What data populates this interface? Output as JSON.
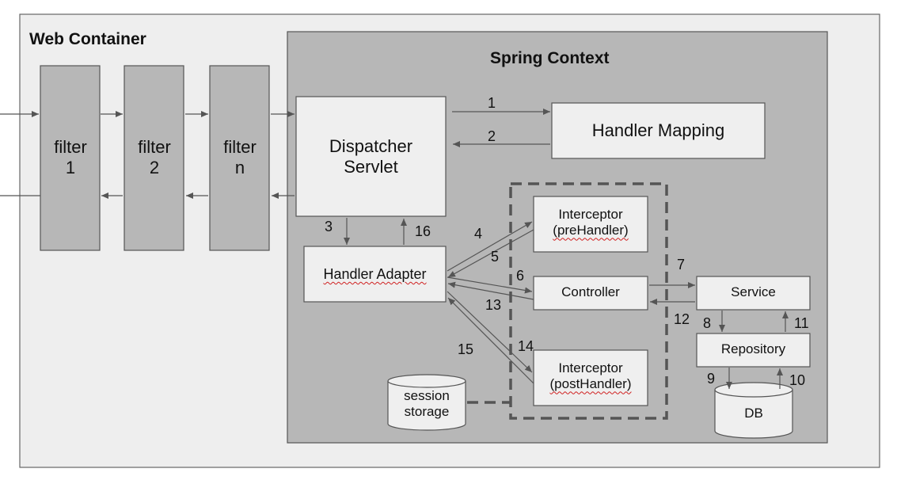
{
  "web_container": {
    "title": "Web Container"
  },
  "spring_context": {
    "title": "Spring Context"
  },
  "filters": [
    {
      "line1": "filter",
      "line2": "1"
    },
    {
      "line1": "filter",
      "line2": "2"
    },
    {
      "line1": "filter",
      "line2": "n"
    }
  ],
  "dispatcher": {
    "line1": "Dispatcher",
    "line2": "Servlet"
  },
  "handler_mapping": {
    "label": "Handler Mapping"
  },
  "handler_adapter": {
    "label": "Handler Adapter"
  },
  "interceptor_pre": {
    "line1": "Interceptor",
    "line2": "(preHandler)"
  },
  "controller": {
    "label": "Controller"
  },
  "interceptor_post": {
    "line1": "Interceptor",
    "line2": "(postHandler)"
  },
  "service": {
    "label": "Service"
  },
  "repository": {
    "label": "Repository"
  },
  "db": {
    "label": "DB"
  },
  "session_storage": {
    "line1": "session",
    "line2": "storage"
  },
  "steps": [
    "1",
    "2",
    "3",
    "4",
    "5",
    "6",
    "7",
    "8",
    "9",
    "10",
    "11",
    "12",
    "13",
    "14",
    "15",
    "16"
  ]
}
